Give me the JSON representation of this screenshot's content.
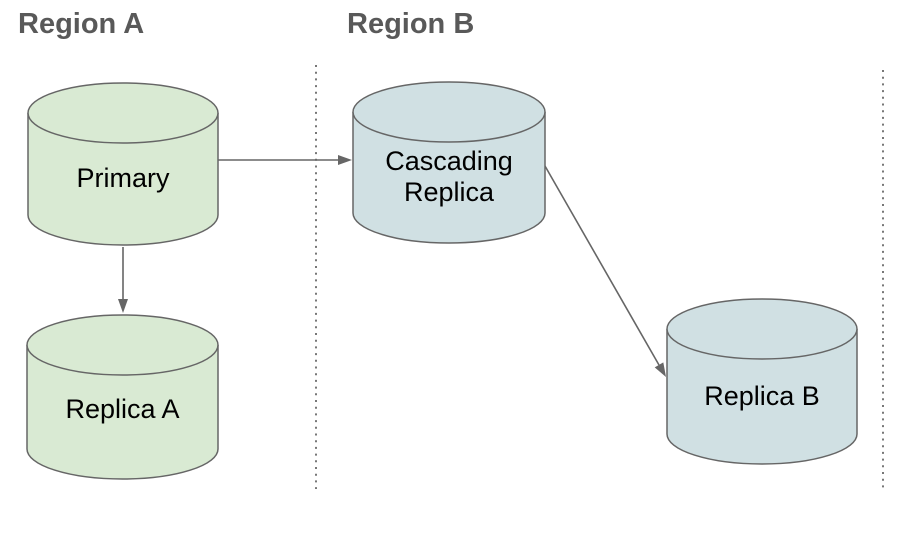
{
  "colors": {
    "background": "#ffffff",
    "region_label": "#595959",
    "node_green_fill": "#d9ead3",
    "node_blue_fill": "#d0e0e3",
    "shape_stroke": "#666666",
    "connector": "#666666",
    "divider_stroke": "#777777",
    "node_label": "#000000"
  },
  "regions": [
    {
      "label": "Region A"
    },
    {
      "label": "Region B"
    }
  ],
  "nodes": {
    "primary": {
      "label": "Primary",
      "shape": "database-cylinder",
      "region": "Region A"
    },
    "replica_a": {
      "label": "Replica A",
      "shape": "database-cylinder",
      "region": "Region A"
    },
    "cascading_replica": {
      "label_line1": "Cascading",
      "label_line2": "Replica",
      "shape": "database-cylinder",
      "region": "Region B"
    },
    "replica_b": {
      "label": "Replica B",
      "shape": "database-cylinder",
      "region": "Region B"
    }
  },
  "edges": [
    {
      "from": "Primary",
      "to": "Cascading Replica"
    },
    {
      "from": "Primary",
      "to": "Replica A"
    },
    {
      "from": "Cascading Replica",
      "to": "Replica B"
    }
  ]
}
